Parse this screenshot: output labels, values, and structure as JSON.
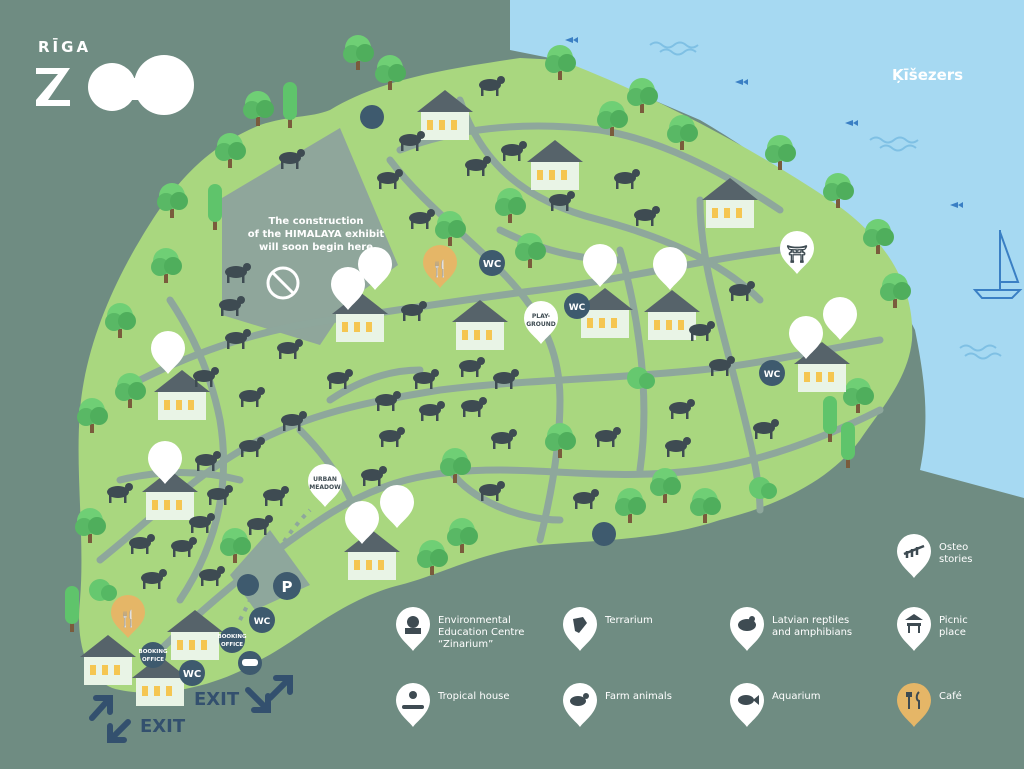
{
  "brand": {
    "city": "RĪGA",
    "name": "ZOO"
  },
  "lake": {
    "name": "Ķīšezers"
  },
  "notice": {
    "line1": "The construction",
    "line2": "of the HIMALAYA exhibit",
    "line3": "will soon begin here"
  },
  "places": {
    "playground": {
      "line1": "PLAY-",
      "line2": "GROUND"
    },
    "urban_meadow": {
      "line1": "URBAN",
      "line2": "MEADOW"
    },
    "booking_office": {
      "line1": "BOOKING",
      "line2": "OFFICE"
    },
    "parking": "P",
    "wc": "WC",
    "exit": "EXIT"
  },
  "legend": [
    {
      "icon": "education-centre-icon",
      "label": "Environmental\nEducation Centre\n“Zinarium”"
    },
    {
      "icon": "terrarium-icon",
      "label": "Terrarium"
    },
    {
      "icon": "reptiles-amphibians-icon",
      "label": "Latvian reptiles\nand amphibians"
    },
    {
      "icon": "picnic-icon",
      "label": "Picnic\nplace"
    },
    {
      "icon": "osteo-icon",
      "label": "Osteo\nstories"
    },
    {
      "icon": "tropical-house-icon",
      "label": "Tropical house"
    },
    {
      "icon": "farm-animals-icon",
      "label": "Farm animals"
    },
    {
      "icon": "aquarium-icon",
      "label": "Aquarium"
    },
    {
      "icon": "cafe-icon",
      "label": "Café"
    }
  ],
  "colors": {
    "ground": "#6f8c82",
    "water": "#a6d9f2",
    "park": "#a9d77f",
    "path": "#8ea79c",
    "dark": "#3e4b52",
    "tree": "#5cbf6c",
    "cafe": "#e5b667",
    "house": "#e9f4e6"
  }
}
